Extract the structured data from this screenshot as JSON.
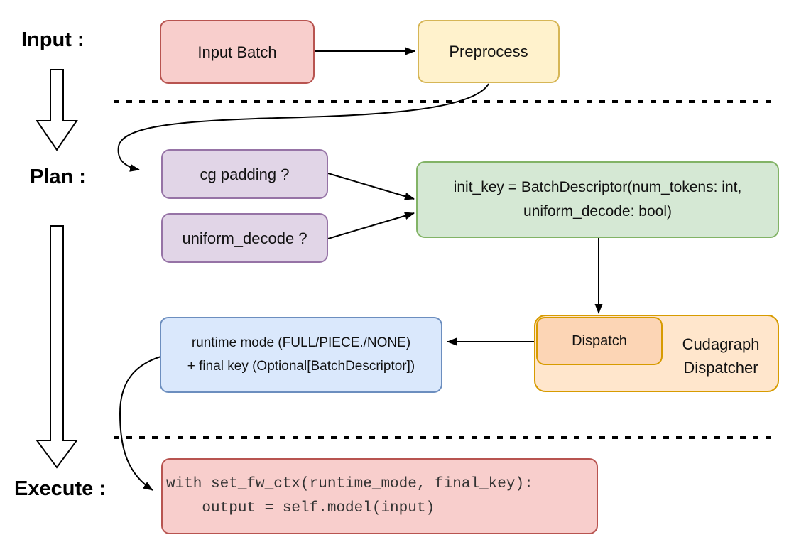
{
  "stages": [
    {
      "id": "input",
      "label": "Input :"
    },
    {
      "id": "plan",
      "label": "Plan :"
    },
    {
      "id": "execute",
      "label": "Execute :"
    }
  ],
  "nodes": {
    "input_batch": {
      "label": "Input Batch",
      "fill": "#f8cecc",
      "stroke": "#b85450"
    },
    "preprocess": {
      "label": "Preprocess",
      "fill": "#fff2cc",
      "stroke": "#d6b656"
    },
    "cg_padding": {
      "label": "cg padding ?",
      "fill": "#e1d5e7",
      "stroke": "#9673a6"
    },
    "uniform_decode": {
      "label": "uniform_decode ?",
      "fill": "#e1d5e7",
      "stroke": "#9673a6"
    },
    "init_key": {
      "lines": [
        "init_key = BatchDescriptor(num_tokens: int,",
        "uniform_decode: bool)"
      ],
      "fill": "#d5e8d4",
      "stroke": "#82b366"
    },
    "dispatch": {
      "label": "Dispatch",
      "fill": "#fcd5b5",
      "stroke": "#d79b00"
    },
    "cudagraph_dispatcher": {
      "lines": [
        "Cudagraph",
        "Dispatcher"
      ],
      "fill": "#ffe6cc",
      "stroke": "#d79b00"
    },
    "runtime_mode": {
      "lines": [
        "runtime mode (FULL/PIECE./NONE)",
        "+ final key (Optional[BatchDescriptor])"
      ],
      "fill": "#dae8fc",
      "stroke": "#6c8ebf"
    },
    "execute_code": {
      "lines": [
        "with set_fw_ctx(runtime_mode, final_key):",
        "    output = self.model(input)"
      ],
      "fill": "#f8cecc",
      "stroke": "#b85450"
    }
  },
  "connectors": [
    {
      "from": "input_batch",
      "to": "preprocess",
      "style": "solid-arrow"
    },
    {
      "from": "preprocess",
      "to": "cg_padding",
      "style": "curved-arrow"
    },
    {
      "from": "cg_padding",
      "to": "init_key",
      "style": "solid-arrow"
    },
    {
      "from": "uniform_decode",
      "to": "init_key",
      "style": "solid-arrow"
    },
    {
      "from": "init_key",
      "to": "dispatch",
      "style": "solid-arrow"
    },
    {
      "from": "dispatch",
      "to": "runtime_mode",
      "style": "solid-arrow"
    },
    {
      "from": "runtime_mode",
      "to": "execute_code",
      "style": "curved-arrow"
    },
    {
      "from": "input",
      "to": "plan",
      "style": "hollow-block-arrow"
    },
    {
      "from": "plan",
      "to": "execute",
      "style": "hollow-block-arrow"
    }
  ],
  "separators": [
    {
      "between": "input-plan"
    },
    {
      "between": "plan-execute"
    }
  ],
  "colors": {
    "line": "#000000",
    "text": "#111111",
    "code_text": "#333333",
    "background": "#ffffff"
  }
}
